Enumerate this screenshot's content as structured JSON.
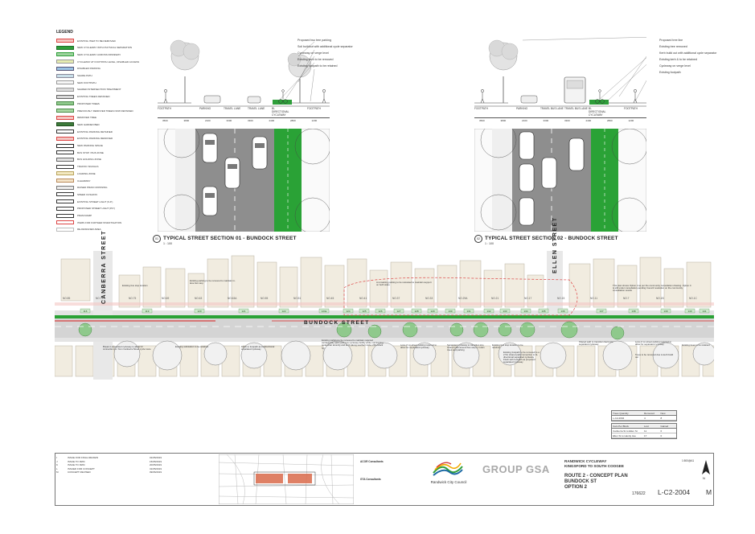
{
  "legend": {
    "title": "LEGEND",
    "items": [
      {
        "label": "EXISTING ITEM TO BE REMOVED",
        "color": "#f4c7c3",
        "border": "#d44"
      },
      {
        "label": "NEW CYCLEWAY WITH PHYSICAL SEPARATION",
        "color": "#2e9e3a",
        "border": "#1d6e27"
      },
      {
        "label": "NEW CYCLEWAY ACROSS DRIVEWAY",
        "color": "#9dd39e",
        "border": "#2e9e3a"
      },
      {
        "label": "CYCLEWAY AT FOOTPATH LEVEL, DISABLED ACCESS",
        "color": "#e6ecb0",
        "border": "#999"
      },
      {
        "label": "DISABLED PARKING",
        "color": "#9cc4e4",
        "border": "#557"
      },
      {
        "label": "SHARE PATH",
        "color": "#c9dfe9",
        "border": "#889"
      },
      {
        "label": "NEW FOOTPATH",
        "color": "#f6f6f6",
        "border": "#999"
      },
      {
        "label": "SHARED INTERSECTION TREATMENT",
        "color": "#dcdcdc",
        "border": "#999"
      },
      {
        "label": "EXISTING TREES RETAINED",
        "color": "#d7d7d7",
        "border": "#666"
      },
      {
        "label": "PROPOSED TREES",
        "color": "#8fc98c",
        "border": "#4a8a47"
      },
      {
        "label": "PREVIOUSLY REMOVED TREES NOW RETAINED",
        "color": "#a8d7a2",
        "border": "#4a8a47"
      },
      {
        "label": "REMOVED TREE",
        "color": "#f4c7c3",
        "border": "#d44"
      },
      {
        "label": "NEW GARDEN BED",
        "color": "#3d7b3b",
        "border": "#1d4d1b"
      },
      {
        "label": "EXISTING PARKING RETAINED",
        "color": "#ffffff",
        "border": "#333"
      },
      {
        "label": "EXISTING PARKING REMOVED",
        "color": "#f4c7c3",
        "border": "#d44"
      },
      {
        "label": "NEW PARKING SPACE",
        "color": "#ffffff",
        "border": "#222"
      },
      {
        "label": "BUS STOP / BUS ZONE",
        "color": "#ffffff",
        "border": "#333"
      },
      {
        "label": "BUS HOLDING ZONE",
        "color": "#e4e4e4",
        "border": "#666"
      },
      {
        "label": "TRAFFIC SIGNALS",
        "color": "#ffffff",
        "border": "#333"
      },
      {
        "label": "LOADING ZONE",
        "color": "#f3e9c2",
        "border": "#b9a35b"
      },
      {
        "label": "CLEARWAY",
        "color": "#f4e4c9",
        "border": "#b98a5b"
      },
      {
        "label": "RAISED PRAM CROSSING",
        "color": "#ececec",
        "border": "#777"
      },
      {
        "label": "SPEED CUSHION",
        "color": "#ffffff",
        "border": "#333"
      },
      {
        "label": "EXISTING STREET LIGHT (S.P.)",
        "color": "#ffffff",
        "border": "#333"
      },
      {
        "label": "PROPOSED STREET LIGHT (P.P.)",
        "color": "#ffffff",
        "border": "#333"
      },
      {
        "label": "PRAM RAMP",
        "color": "#ffffff",
        "border": "#333"
      },
      {
        "label": "ITEMS FOR FURTHER INVESTIGATION",
        "color": "#ffffff",
        "border": "#d44"
      },
      {
        "label": "RE-DESIGNED AREA",
        "color": "#ffffff",
        "border": "#bbb"
      }
    ]
  },
  "section1": {
    "number": "01",
    "title": "TYPICAL STREET SECTION 01 - BUNDOCK STREET",
    "scale": "1 : 100",
    "lanes": [
      "FOOTPATH",
      "PARKING",
      "TRAVEL LANE",
      "TRAVEL LANE",
      "BI-DIRECTIONAL CYCLEWAY",
      "FOOTPATH"
    ],
    "dims": [
      "3500",
      "3800",
      "2100",
      "3300",
      "3300",
      "2400",
      "2800",
      "1200"
    ],
    "notes": [
      "Proposed two tree parking",
      "Soil buildout with additional cycle separator",
      "Cycleway on verge level",
      "Existing kerb to be removed",
      "Existing footpath to be retained"
    ]
  },
  "section2": {
    "number": "02",
    "title": "TYPICAL STREET SECTION 02 - BUNDOCK STREET",
    "scale": "1 : 100",
    "lanes": [
      "FOOTPATH",
      "PARKING",
      "TRAVEL BUS LANE",
      "TRAVEL BUS LANE",
      "BI-DIRECTIONAL CYCLEWAY",
      "FOOTPATH"
    ],
    "dims": [
      "3500",
      "3800",
      "2100",
      "3300",
      "3300",
      "2400",
      "2800",
      "1200"
    ],
    "notes": [
      "Proposed tree line",
      "Existing tree removed",
      "Kerb build out with additional cycle separator",
      "Existing kerb & to be retained",
      "Cycleway on verge level",
      "Existing footpath"
    ]
  },
  "plan": {
    "streets": {
      "canberra": "CANBERRA STREET",
      "bundock": "BUNDOCK STREET",
      "ellen": "ELLEN STREET"
    },
    "notes": [
      "Existing bus stop location",
      "Existing parking to be removed to maintain in-lane bus stop",
      "A remaining parking to be relocated to maintain support on both sides",
      "This plan shows Option 2 as per the community consultation drawing. Option C is still under consultation pending Council resolution on the community consultation results",
      "Break in separated cycleway to allow for connection to / from Canberra Street cycle route",
      "Existing substation to be retained",
      "Flush to footpath as bi-directional separated cycleway",
      "Existing parking to be removed to maintain required carriageway width and new cycleway facility while maintaining pedestrian amenity and kerb (along southern side of Bundock St)",
      "Loss of on-street parking required to allow for separated cycleway",
      "Separated cycleway to transition into shared path around bus stop to retain trees and parking",
      "Existing bus stop location to be retained",
      "Existing footpath to be removed to a 2.5m shared path connection to bi-directional separated cycleway",
      "Flush with footpath as proposed separated cycleway",
      "Shared path to transition back into separated cycleway",
      "Loss of on-street parking required to allow for separated cycleway",
      "Trees to be removed due to kerb build out",
      "Existing trees to be retained"
    ],
    "tree_ids": [
      "116",
      "119",
      "120",
      "121",
      "122",
      "123a",
      "124",
      "125",
      "126",
      "127",
      "128",
      "129",
      "130",
      "131",
      "132",
      "133",
      "134",
      "135",
      "136",
      "137",
      "138",
      "139",
      "140",
      "141",
      "142",
      "143",
      "144",
      "145",
      "146",
      "147",
      "148",
      "149",
      "150"
    ],
    "house_labels": [
      "NO.85",
      "NO.79",
      "NO.75",
      "NO.69",
      "NO.63",
      "NO.63A",
      "NO.55",
      "NO.51",
      "NO.45",
      "NO.41",
      "NO.37",
      "NO.33",
      "NO.29A",
      "NO.21",
      "NO.17",
      "NO.15",
      "NO.11",
      "NO.7",
      "NO.1B",
      "NO.1C"
    ]
  },
  "summary": {
    "trees": {
      "headers": [
        "Trees Quantity",
        "Removed",
        "New"
      ],
      "rows": [
        [
          "L-C2-2004",
          "4",
          "8"
        ]
      ]
    },
    "cars": {
      "headers": [
        "Cars Per Block",
        "Lost",
        "Gained"
      ],
      "rows": [
        [
          "Canberra St to Ellen St",
          "11",
          "0"
        ],
        [
          "Ellen St to Handy Ave",
          "17",
          "0"
        ]
      ]
    }
  },
  "revisions": [
    {
      "rev": "I",
      "desc": "ISSUE FOR FINAL REVIEW",
      "date": "01/05/2019"
    },
    {
      "rev": "J",
      "desc": "ISSUE TO RWC",
      "date": "15/05/2019"
    },
    {
      "rev": "K",
      "desc": "ISSUE TO RWC",
      "date": "20/05/2019"
    },
    {
      "rev": "L",
      "desc": "ISSUED FOR CONCEPT",
      "date": "31/05/2019"
    },
    {
      "rev": "M",
      "desc": "CONCEPT REVISED",
      "date": "09/06/2019"
    }
  ],
  "title_block": {
    "consultants": [
      "ACOR Consultants",
      "GTA Consultants"
    ],
    "council": "Randwick City Council",
    "firm": "GROUP GSA",
    "project": "RANDWICK CYCLEWAY",
    "project_sub": "KINGSFORD TO SOUTH COOGEE",
    "drawing_title": "ROUTE 2 - CONCEPT PLAN",
    "drawing_sub": "BUNDOCK ST",
    "option": "OPTION 2",
    "project_no": "176622",
    "drawing_no": "L-C2-2004",
    "revision": "M",
    "scale": "1:500@A1",
    "north": "N"
  }
}
